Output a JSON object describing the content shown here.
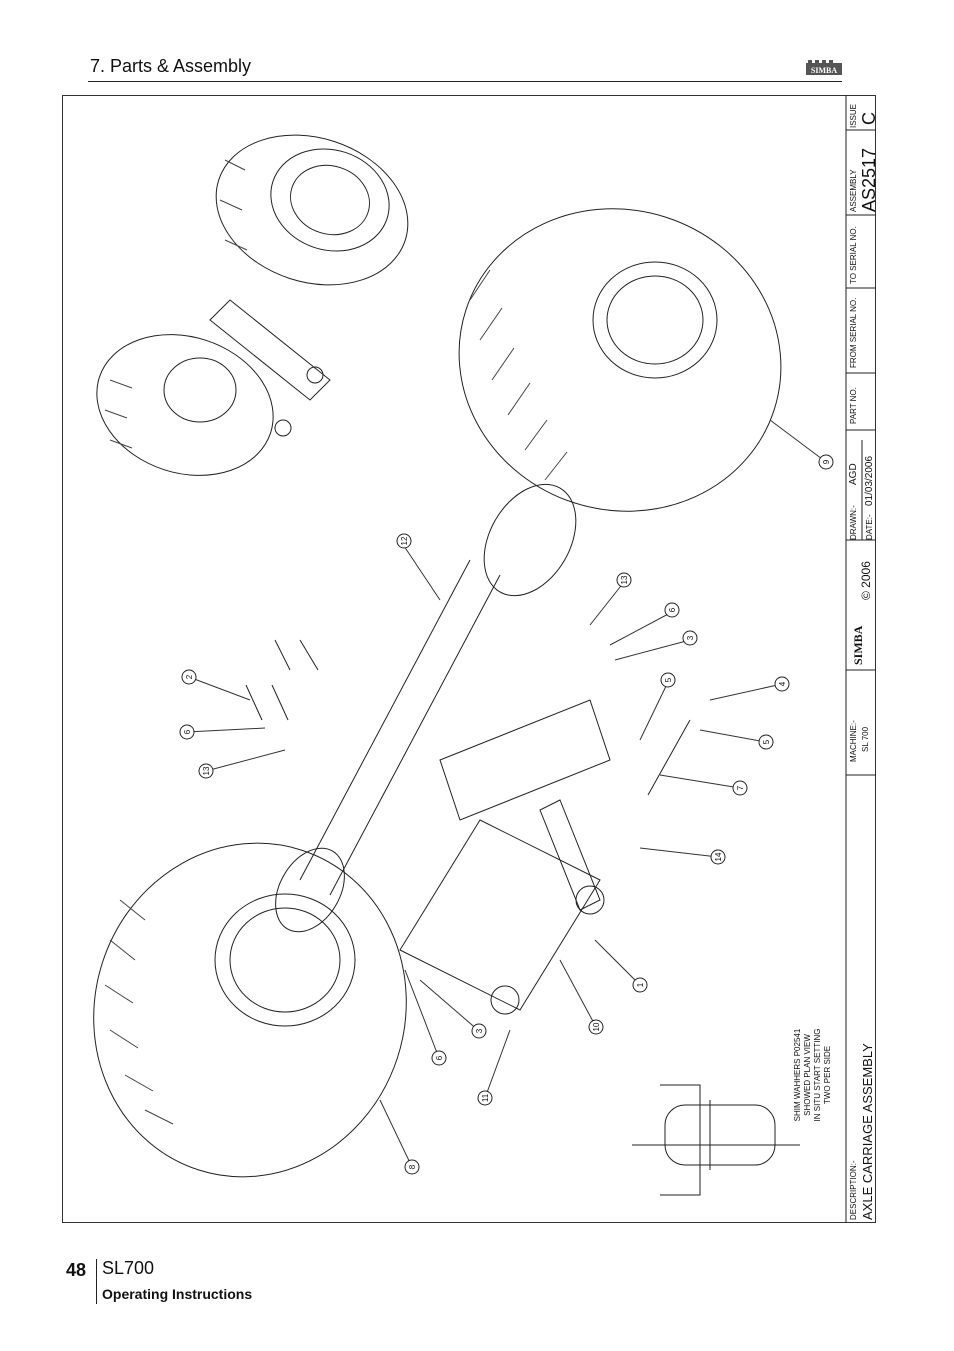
{
  "header": {
    "section_title": "7. Parts & Assembly",
    "logo_text": "SIMBA"
  },
  "title_block": {
    "issue_label": "ISSUE",
    "issue_value": "C",
    "assembly_label": "ASSEMBLY",
    "assembly_value": "AS2517",
    "to_serial_label": "TO SERIAL NO.",
    "from_serial_label": "FROM SERIAL NO.",
    "part_no_label": "PART NO.",
    "drawn_label": "DRAWN:-",
    "drawn_value": "AGD",
    "date_label": "DATE:-",
    "date_value": "01/03/2006",
    "copyright": "© 2006",
    "logo_text": "SIMBA",
    "machine_label": "MACHINE:-",
    "machine_value": "SL 700",
    "description_label": "DESCRIPTION:-",
    "description_value": "AXLE CARRIAGE ASSEMBLY"
  },
  "note": {
    "line1": "SHIM WAHHERS P02541",
    "line2": "SHOWED PLAN VIEW",
    "line3": "IN SITU START SETTING",
    "line4": "TWO PER SIDE"
  },
  "callouts": [
    "9",
    "12",
    "13",
    "6",
    "3",
    "4",
    "5",
    "7",
    "14",
    "1",
    "10",
    "3",
    "6",
    "11",
    "8",
    "2",
    "6",
    "13"
  ],
  "footer": {
    "page_number": "48",
    "model": "SL700",
    "subtitle": "Operating Instructions"
  }
}
